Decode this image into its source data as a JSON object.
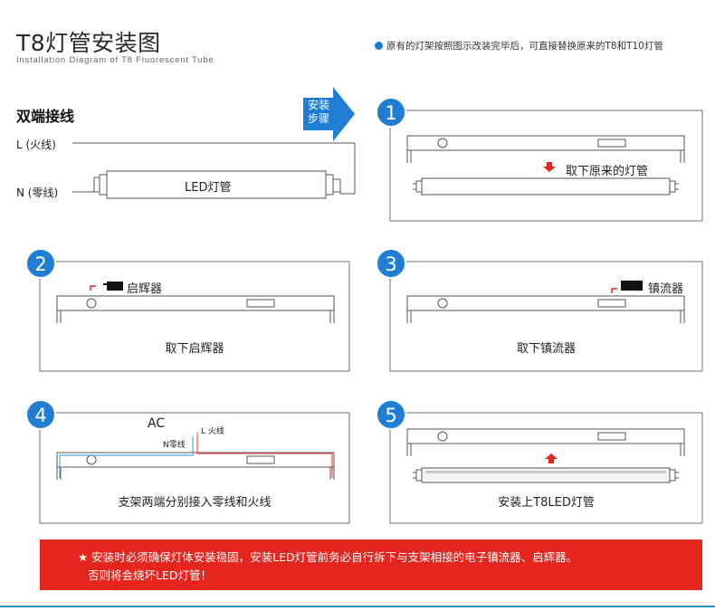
{
  "header": {
    "title": "T8灯管安装图",
    "subtitle": "Installation Diagram of T8 Fluorescent Tube",
    "note": "原有的灯架按照图示改装完毕后，可直接替换原来的T8和T10灯管"
  },
  "wiring": {
    "title": "双端接线",
    "live_label": "L (火线)",
    "neutral_label": "N (零线)",
    "tube_label": "LED灯管"
  },
  "arrow_label": [
    "安装",
    "步骤"
  ],
  "steps": [
    {
      "number": "1",
      "caption": "取下原来的灯管"
    },
    {
      "number": "2",
      "caption": "取下启辉器",
      "part_label": "启辉器"
    },
    {
      "number": "3",
      "caption": "取下镇流器",
      "part_label": "镇流器"
    },
    {
      "number": "4",
      "caption": "支架两端分别接入零线和火线",
      "ac_label": "AC",
      "live_label": "L 火线",
      "neutral_label": "N零线"
    },
    {
      "number": "5",
      "caption": "安装上T8LED灯管"
    }
  ],
  "warning": {
    "line1": "★ 安装时必须确保灯体安装稳固，安装LED灯管前务必自行拆下与支架相接的电子镇流器、启辉器。",
    "line2": "否则将会烧坏LED灯管！"
  },
  "colors": {
    "accent_blue": "#1a7fd4",
    "warning_red": "#e5261f",
    "arrow_red": "#e5261f",
    "wire_blue": "#4aa3e0",
    "wire_red": "#e8505a"
  },
  "icons": {
    "step_badge": "circle-number-icon",
    "arrow": "chevron-right-arrow-icon",
    "down": "arrow-down-icon",
    "up": "arrow-up-icon"
  }
}
